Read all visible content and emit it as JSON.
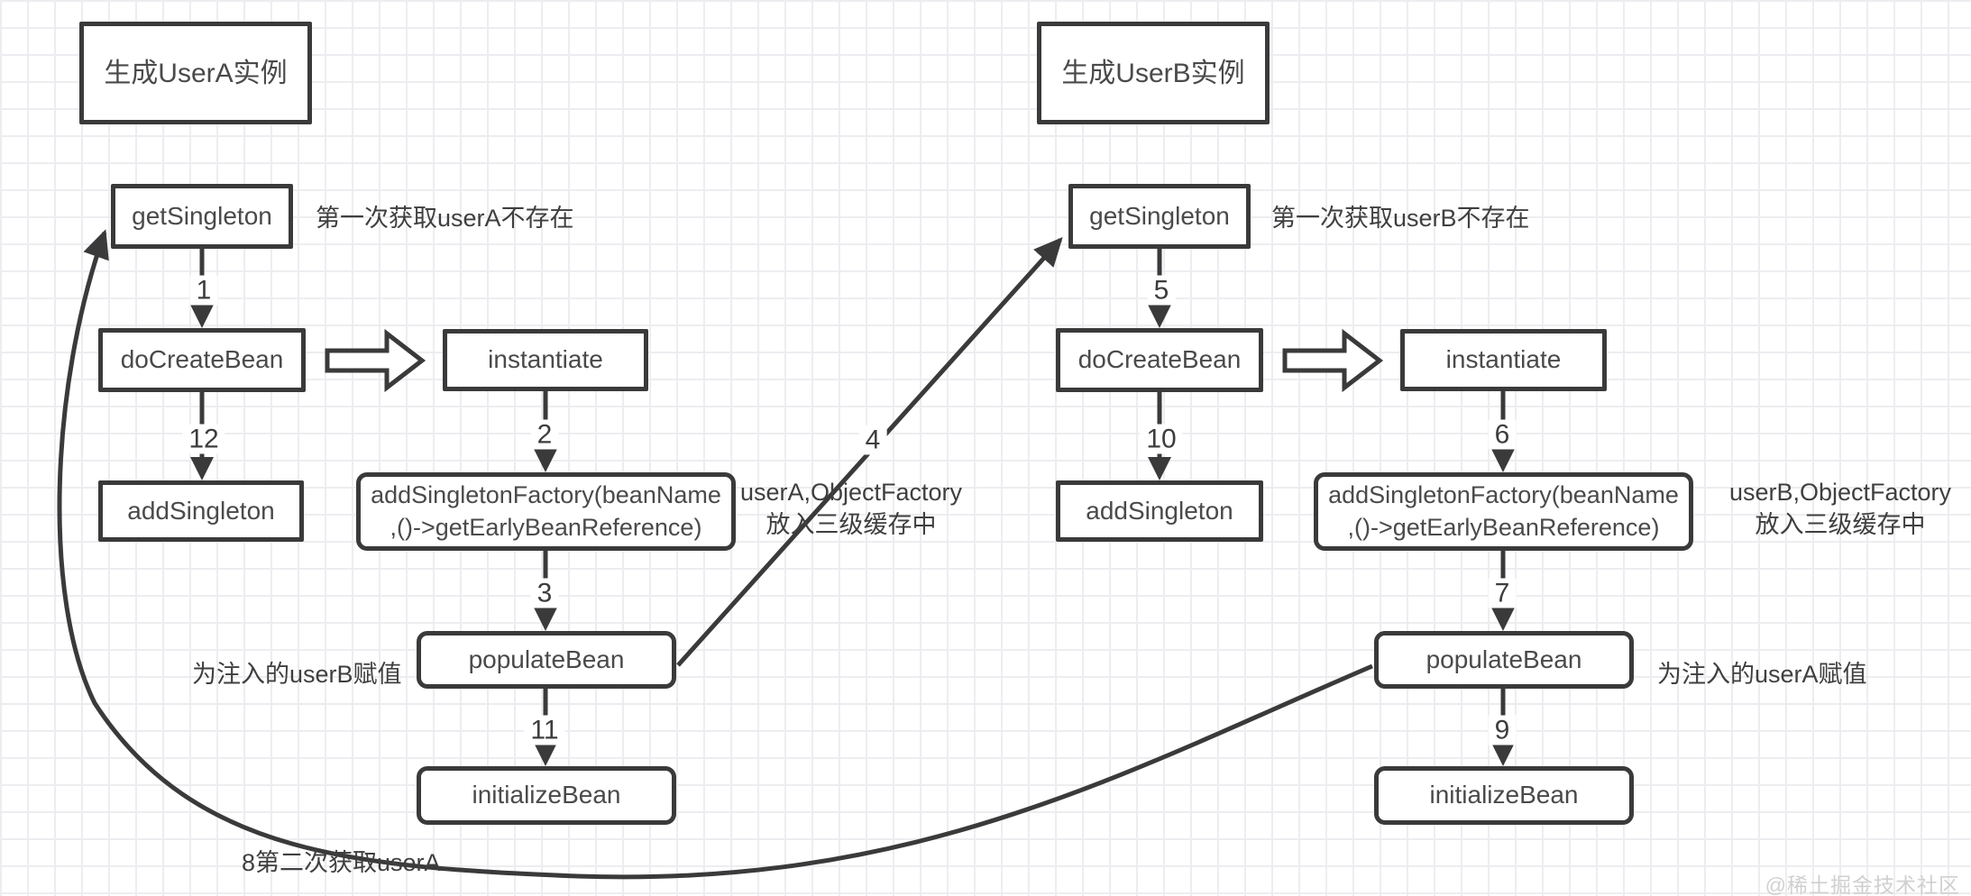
{
  "palette": {
    "stroke": "#3a3a3a",
    "node_text": "#4a4a4a",
    "grid_line": "#ededf1",
    "canvas_bg": "#ffffff",
    "watermark_color": "#d0d0d0"
  },
  "flow_a": {
    "title": "生成UserA实例",
    "nodes": {
      "get_singleton": "getSingleton",
      "do_create_bean": "doCreateBean",
      "add_singleton": "addSingleton",
      "instantiate": "instantiate",
      "add_singleton_factory_line1": "addSingletonFactory(beanName",
      "add_singleton_factory_line2": ",()->getEarlyBeanReference)",
      "populate_bean": "populateBean",
      "initialize_bean": "initializeBean"
    },
    "notes": {
      "get_singleton": "第一次获取userA不存在",
      "factory_line1": "userA,ObjectFactory",
      "factory_line2": "放入三级缓存中",
      "populate": "为注入的userB赋值"
    },
    "steps": {
      "to_do_create": "1",
      "to_factory": "2",
      "to_populate": "3",
      "to_initialize": "11",
      "to_add_singleton": "12"
    }
  },
  "flow_b": {
    "title": "生成UserB实例",
    "nodes": {
      "get_singleton": "getSingleton",
      "do_create_bean": "doCreateBean",
      "add_singleton": "addSingleton",
      "instantiate": "instantiate",
      "add_singleton_factory_line1": "addSingletonFactory(beanName",
      "add_singleton_factory_line2": ",()->getEarlyBeanReference)",
      "populate_bean": "populateBean",
      "initialize_bean": "initializeBean"
    },
    "notes": {
      "get_singleton": "第一次获取userB不存在",
      "factory_line1": "userB,ObjectFactory",
      "factory_line2": "放入三级缓存中",
      "populate": "为注入的userA赋值"
    },
    "steps": {
      "to_do_create": "5",
      "to_factory": "6",
      "to_populate": "7",
      "to_initialize": "9",
      "to_add_singleton": "10"
    }
  },
  "cross_edges": {
    "step4_label": "4",
    "step8_label": "8第二次获取userA"
  },
  "watermark": "@稀土掘金技术社区"
}
